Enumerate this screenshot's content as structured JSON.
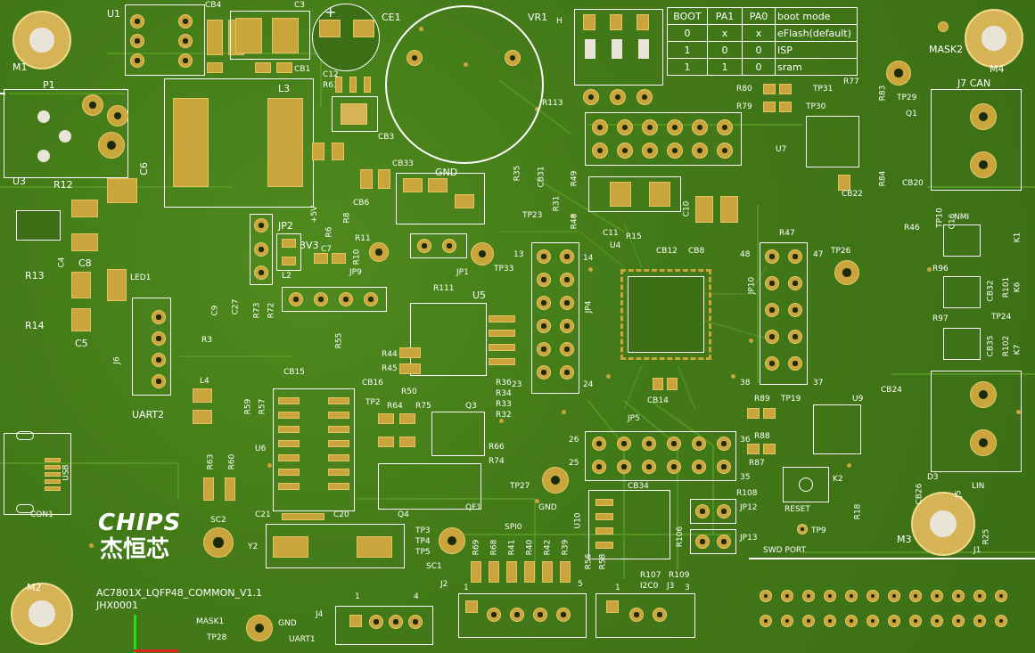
{
  "board_text": {
    "u1": "U1",
    "cb4": "CB4",
    "c3": "C3",
    "ce1": "CE1",
    "vr1": "VR1",
    "h": "H",
    "mask2": "MASK2",
    "m4": "M4",
    "m1": "M1",
    "p1": "P1",
    "l3": "L3",
    "cb1": "CB1",
    "c12_top": "C12",
    "r63_top": "R63",
    "cb3": "CB3",
    "cb33": "CB33",
    "gnd_top": "GND",
    "r113": "R113",
    "tp29": "TP29",
    "j7_can": "J7 CAN",
    "c6": "C6",
    "u3": "U3",
    "r12": "R12",
    "jp2": "JP2",
    "v3v3": "3V3",
    "v5v": "+5V",
    "tp23": "TP23",
    "cb31": "CB31",
    "u4": "U4",
    "r15": "R15",
    "cb12": "CB12",
    "cb8": "CB8",
    "u7": "U7",
    "cb22": "CB22",
    "cb20": "CB20",
    "r46": "R46",
    "nmi": "NMI",
    "k1": "K1",
    "r13": "R13",
    "r14": "R14",
    "c4": "C4",
    "c8": "C8",
    "led1": "LED1",
    "c5": "C5",
    "jp9": "JP9",
    "jp1": "JP1",
    "r111": "R111",
    "tp33": "TP33",
    "u5": "U5",
    "jp4": "JP4",
    "jp10": "JP10",
    "r47": "R47",
    "tp26": "TP26",
    "r96": "R96",
    "r97": "R97",
    "cb32": "CB32",
    "r101": "R101",
    "k6": "K6",
    "tp24": "TP24",
    "cb35": "CB35",
    "r102": "R102",
    "k7": "K7",
    "j6": "J6",
    "uart2": "UART2",
    "l4": "L4",
    "cb15": "CB15",
    "cb16": "CB16",
    "r50": "R50",
    "r36": "R36",
    "r34": "R34",
    "r33": "R33",
    "r32": "R32",
    "cb14": "CB14",
    "cb24": "CB24",
    "tp2": "TP2",
    "r64": "R64",
    "r75": "R75",
    "q3": "Q3",
    "r89": "R89",
    "tp19": "TP19",
    "u9": "U9",
    "u6": "U6",
    "r59": "R59",
    "r57": "R57",
    "r63": "R63",
    "r60": "R60",
    "usb": "USB",
    "con1": "CON1",
    "r66": "R66",
    "r74": "R74",
    "jp5": "JP5",
    "r88": "R88",
    "r87": "R87",
    "k2": "K2",
    "reset": "RESET",
    "tp27": "TP27",
    "gnd_mid": "GND",
    "qf1": "QF1",
    "cb34": "CB34",
    "u10": "U10",
    "jp12": "JP12",
    "jp13": "JP13",
    "r108": "R108",
    "r106": "R106",
    "tp9": "TP9",
    "swd_port": "SWD PORT",
    "r18": "R18",
    "m3": "M3",
    "j1": "J1",
    "r25": "R25",
    "j5": "J5",
    "lin": "LIN",
    "d3": "D3",
    "cb26": "CB26",
    "c21": "C21",
    "c20": "C20",
    "y2": "Y2",
    "sc2": "SC2",
    "q4": "Q4",
    "tp3": "TP3",
    "tp4": "TP4",
    "tp5": "TP5",
    "sc1": "SC1",
    "spi0": "SPI0",
    "r69": "R69",
    "r68": "R68",
    "r41": "R41",
    "r40": "R40",
    "r42": "R42",
    "r39": "R39",
    "r56": "R56",
    "r58": "R58",
    "r107": "R107",
    "r109": "R109",
    "i2c0": "I2C0",
    "j3": "J3",
    "j2": "J2",
    "j4": "J4",
    "uart1": "UART1",
    "m2": "M2",
    "mask1": "MASK1",
    "gnd_bot": "GND",
    "tp28": "TP28",
    "version": "AC7801X_LQFP48_COMMON_V1.1",
    "jhx": "JHX0001",
    "logo_en": "CHIPS",
    "logo_cn": "杰恒芯",
    "pin13": "13",
    "pin14": "14",
    "pin23": "23",
    "pin24": "24",
    "pin48": "48",
    "pin47": "47",
    "pin38": "38",
    "pin37": "37",
    "pin26": "26",
    "pin25": "25",
    "pin36": "36",
    "pin35": "35",
    "pin1_j4": "1",
    "pin4_j4": "4",
    "pin1_j2": "1",
    "pin5_j2": "5",
    "pin1_j3": "1",
    "pin3_j3": "3",
    "cb6": "CB6",
    "r11": "R11",
    "r8": "R8",
    "r6": "R6",
    "c7": "C7",
    "r10": "R10",
    "l2": "L2",
    "c27": "C27",
    "c9": "C9",
    "r3": "R3",
    "c11": "C11",
    "r44": "R44",
    "r45": "R45",
    "r55": "R55",
    "r49": "R49",
    "r48": "R48",
    "r35": "R35",
    "r31": "R31",
    "c10": "C10",
    "r73": "R73",
    "r72": "R72",
    "r80": "R80",
    "r79": "R79",
    "tp31": "TP31",
    "tp30": "TP30",
    "r77": "R77",
    "r83": "R83",
    "r84": "R84",
    "q1": "Q1",
    "tp10": "TP10",
    "c16": "C16"
  },
  "boot_table": {
    "headers": [
      "BOOT",
      "PA1",
      "PA0",
      "boot mode"
    ],
    "rows": [
      [
        "0",
        "x",
        "x",
        "eFlash(default)"
      ],
      [
        "1",
        "0",
        "0",
        "ISP"
      ],
      [
        "1",
        "1",
        "0",
        "sram"
      ]
    ]
  },
  "colors": {
    "board": "#437a18",
    "pad": "#c9a53c",
    "silk": "#ffffff"
  }
}
